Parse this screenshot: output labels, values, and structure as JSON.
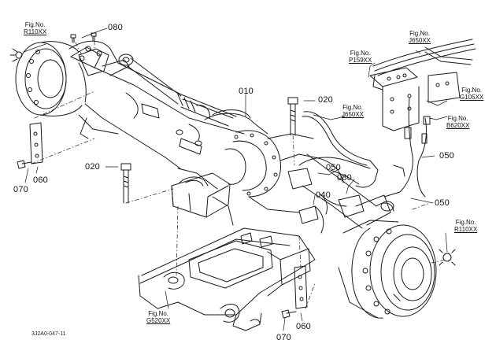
{
  "figure_refs": {
    "r110_left": {
      "line1": "Fig.No.",
      "line2": "R110XX"
    },
    "j650_top": {
      "line1": "Fig.No.",
      "line2": "J650XX"
    },
    "p159": {
      "line1": "Fig.No.",
      "line2": "P159XX"
    },
    "g105": {
      "line1": "Fig.No.",
      "line2": "G105XX"
    },
    "b620": {
      "line1": "Fig.No.",
      "line2": "B620XX"
    },
    "j650_mid": {
      "line1": "Fig.No.",
      "line2": "J650XX"
    },
    "r110_right": {
      "line1": "Fig.No.",
      "line2": "R110XX"
    },
    "g520": {
      "line1": "Fig.No.",
      "line2": "G520XX"
    }
  },
  "part_numbers": {
    "p080_top": "080",
    "p010": "010",
    "p020_right": "020",
    "p020_left": "020",
    "p050_a": "050",
    "p050_b": "050",
    "p050_c": "050",
    "p080_mid": "080",
    "p040": "040",
    "p060_left": "060",
    "p070_left": "070",
    "p060_bottom": "060",
    "p070_bottom": "070"
  },
  "drawing_code": "3J2A0-047-11"
}
